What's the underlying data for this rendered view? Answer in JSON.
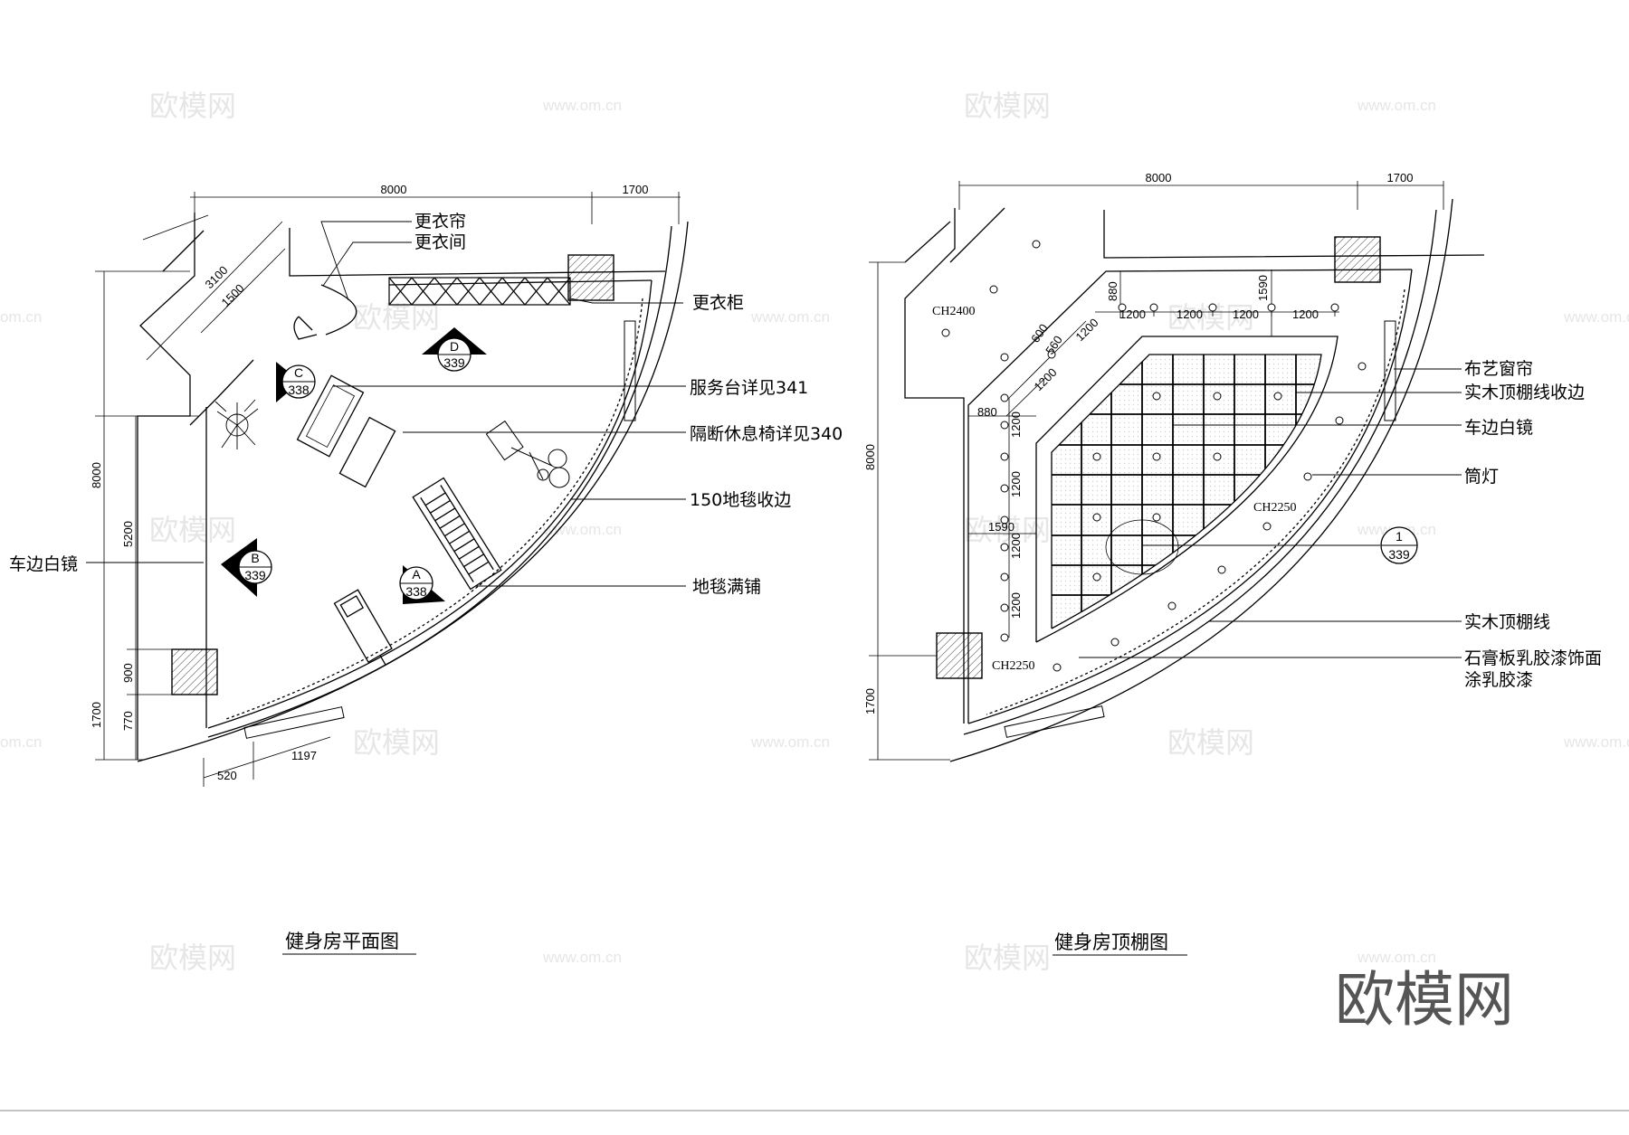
{
  "plans": {
    "floor": {
      "title": "健身房平面图",
      "dimensions": {
        "top_main": "8000",
        "top_side": "1700",
        "diag_outer": "3100",
        "diag_inner": "1500",
        "left_total": "8000",
        "left_main": "5200",
        "left_a": "900",
        "left_b": "770",
        "left_bottom": "1700",
        "bottom_a": "520",
        "bottom_b": "1197"
      },
      "labels": {
        "curtain": "更衣帘",
        "changing_room": "更衣间",
        "locker": "更衣柜",
        "service_desk": "服务台详见341",
        "partition_chair": "隔断休息椅详见340",
        "carpet_edge": "150地毯收边",
        "carpet_full": "地毯满铺",
        "mirror_left": "车边白镜"
      },
      "section_markers": [
        {
          "letter": "A",
          "sheet": "338"
        },
        {
          "letter": "B",
          "sheet": "339"
        },
        {
          "letter": "C",
          "sheet": "338"
        },
        {
          "letter": "D",
          "sheet": "339"
        }
      ]
    },
    "ceiling": {
      "title": "健身房顶棚图",
      "dimensions": {
        "top_main": "8000",
        "top_side": "1700",
        "left_total": "8000",
        "left_bottom": "1700",
        "d880_v": "880",
        "d1590_v": "1590",
        "d880_h": "880",
        "d1590_h": "1590",
        "d600": "600",
        "d560": "560",
        "d1200": "1200"
      },
      "heights": {
        "ch2400": "CH2400",
        "ch2250_a": "CH2250",
        "ch2250_b": "CH2250"
      },
      "labels": {
        "fabric_curtain": "布艺窗帘",
        "wood_edge": "实木顶棚线收边",
        "mirror": "车边白镜",
        "downlight": "筒灯",
        "wood_line": "实木顶棚线",
        "gypsum_1": "石膏板乳胶漆饰面",
        "gypsum_2": "涂乳胶漆"
      },
      "detail_marker": {
        "number": "1",
        "sheet": "339"
      }
    }
  },
  "watermark": {
    "cn": "欧模网",
    "url": "www.om.cn",
    "url_partial": "om.cn"
  },
  "brand": "欧模网"
}
